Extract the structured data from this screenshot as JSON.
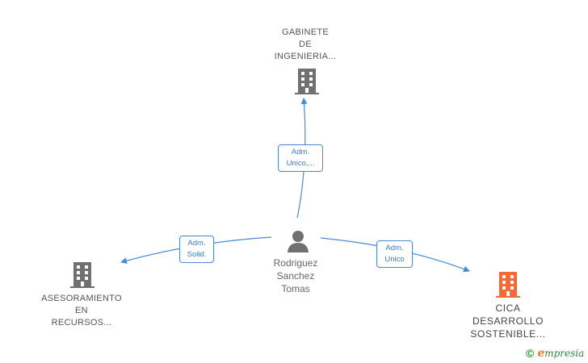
{
  "nodes": {
    "top_company": {
      "lines": [
        "GABINETE",
        "DE",
        "INGENIERIA..."
      ],
      "icon": "building-icon",
      "color": "#707070"
    },
    "left_company": {
      "lines": [
        "ASESORAMIENTO",
        "EN",
        "RECURSOS..."
      ],
      "icon": "building-icon",
      "color": "#707070"
    },
    "main_company": {
      "lines": [
        "CICA",
        "DESARROLLO",
        "SOSTENIBLE..."
      ],
      "icon": "building-icon",
      "color": "#f26a35"
    },
    "person": {
      "lines": [
        "Rodriguez",
        "Sanchez",
        "Tomas"
      ],
      "icon": "person-icon",
      "color": "#707070"
    }
  },
  "edges": {
    "to_top": {
      "lines": [
        "Adm.",
        "Unico,..."
      ]
    },
    "to_left": {
      "lines": [
        "Adm.",
        "Solid."
      ]
    },
    "to_main": {
      "lines": [
        "Adm.",
        "Unico"
      ]
    }
  },
  "colors": {
    "edge": "#4a8ad8",
    "edge_label_text": "#3a7bd0",
    "brand": "#2a8a3c",
    "brand_accent": "#f07a26"
  },
  "brand": {
    "copyright": "©",
    "initial": "e",
    "rest": "mpresia"
  }
}
